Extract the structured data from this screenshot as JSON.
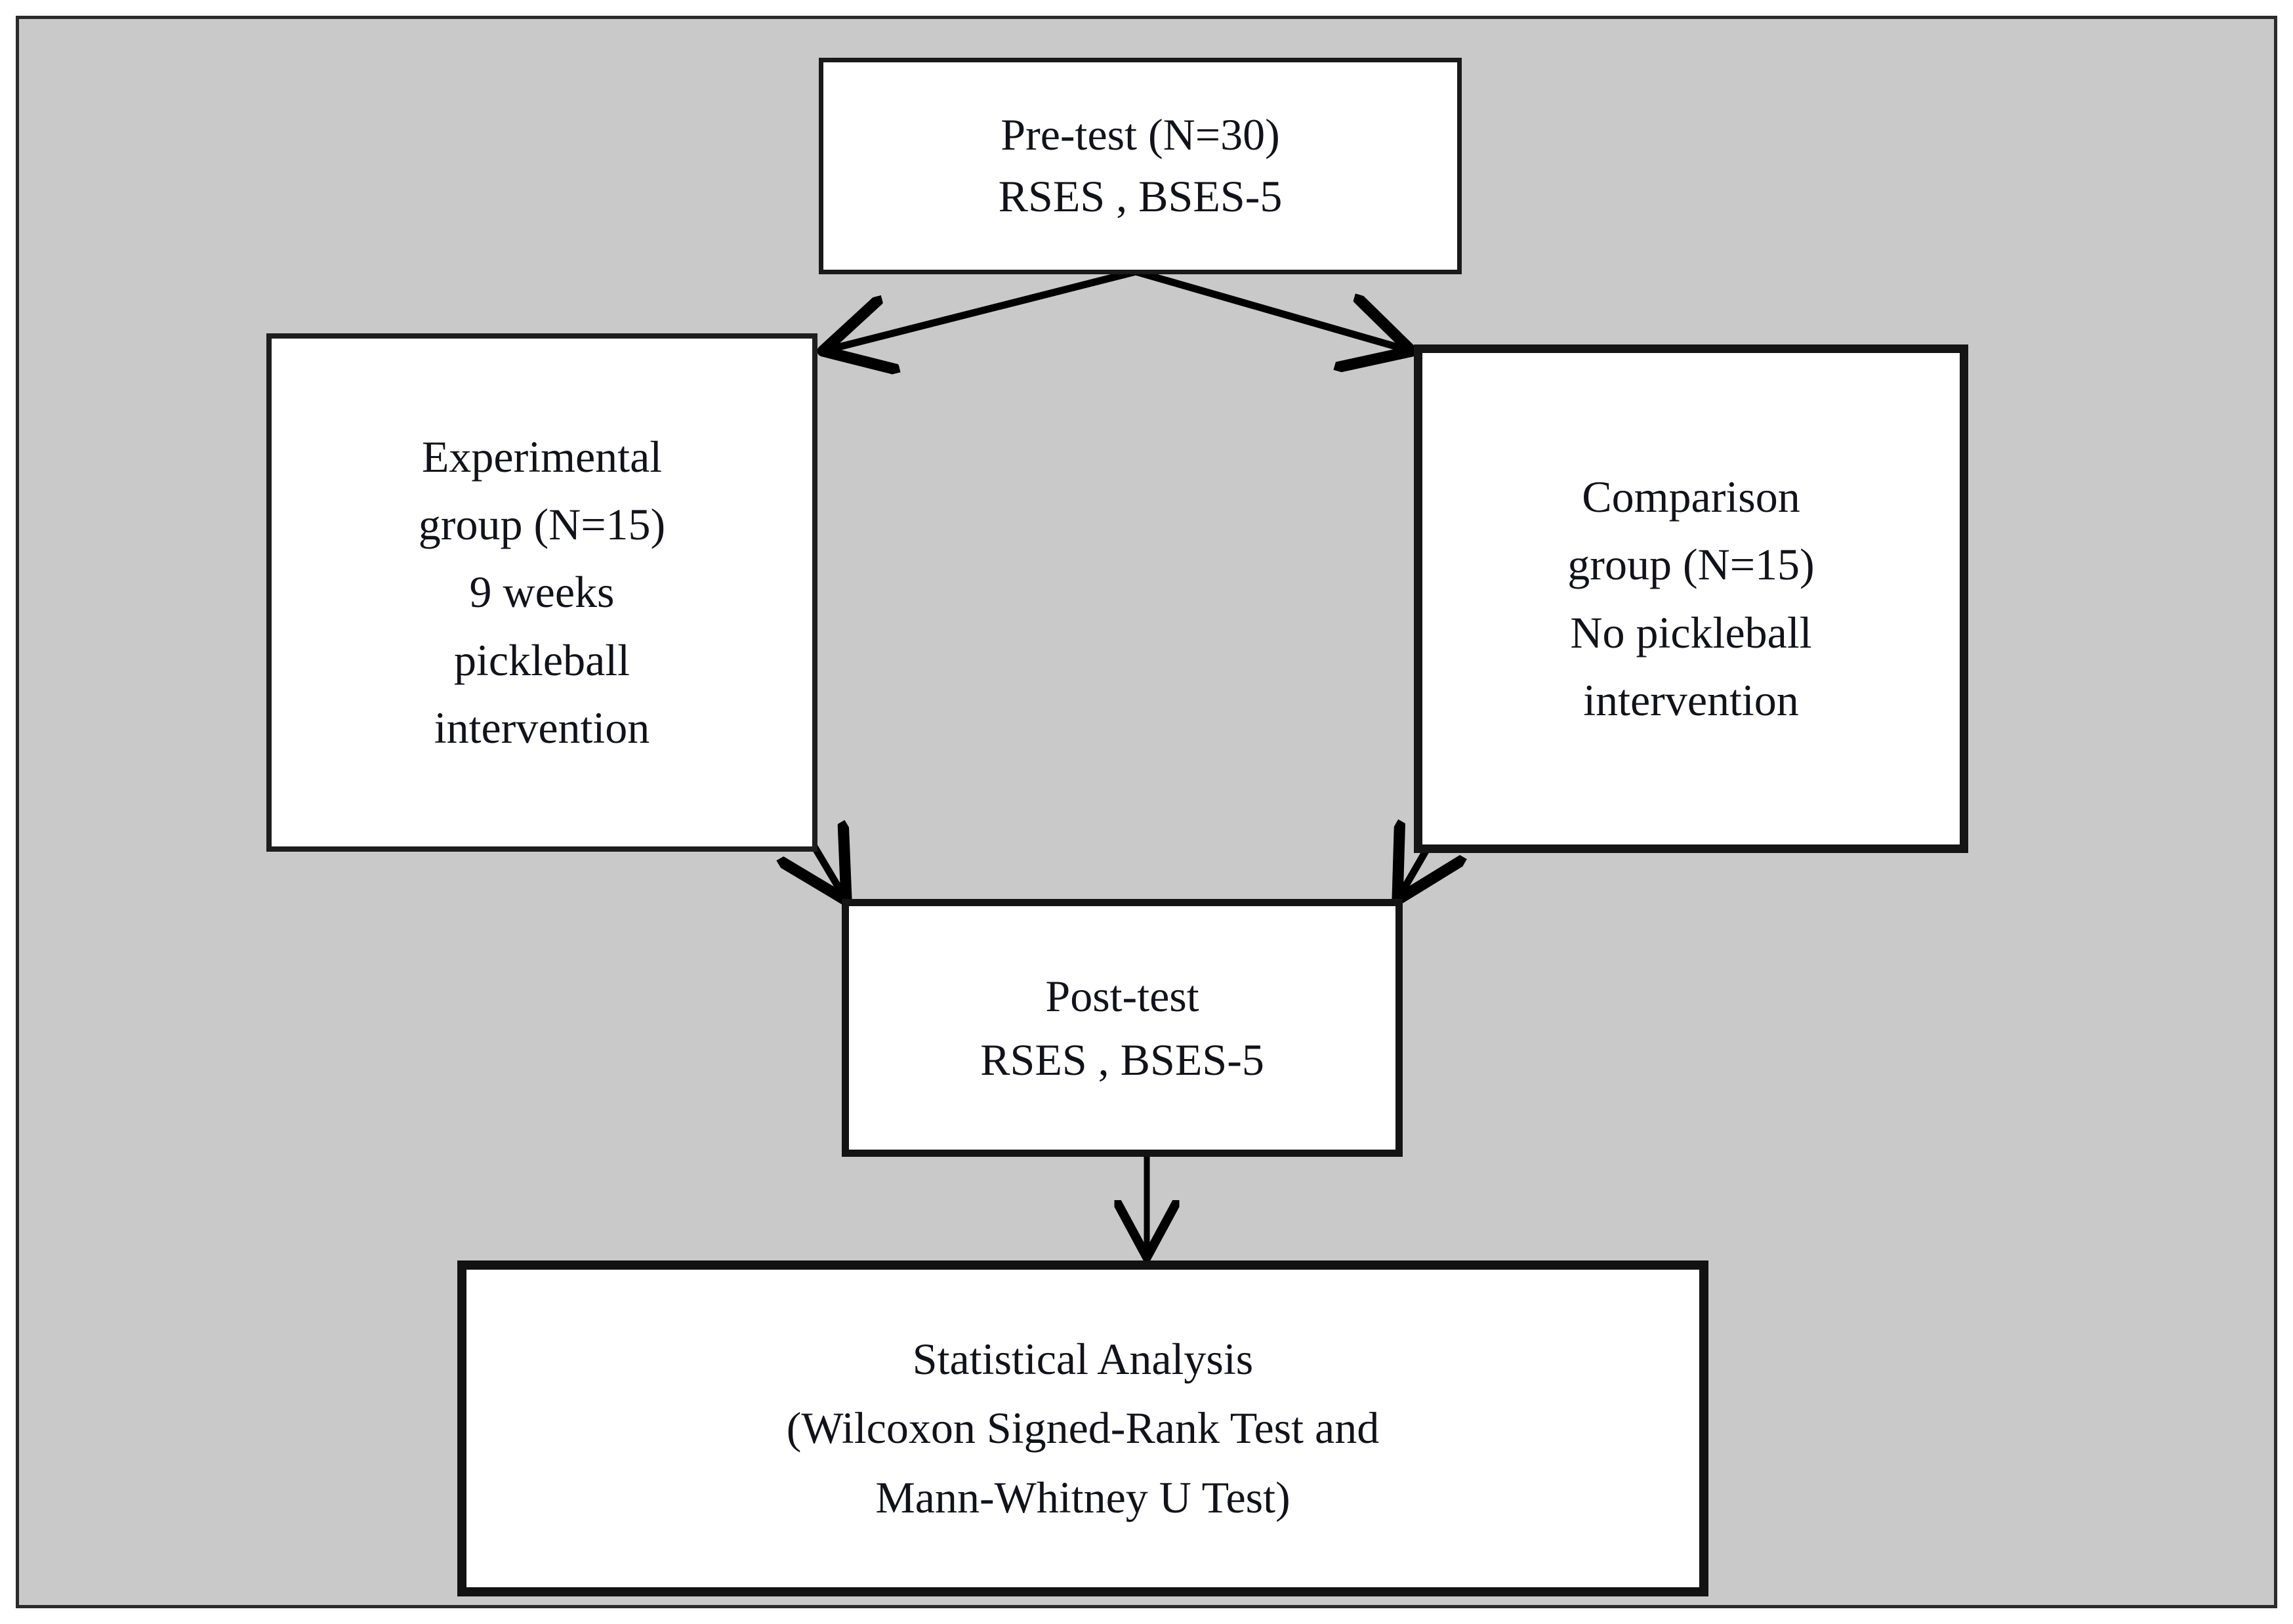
{
  "figure": {
    "kind": "study-design-flowchart",
    "canvas_background_color": "#c9c9c9",
    "frame_border_color": "#2b2b2b",
    "box_fill_color": "#ffffff",
    "box_border_color": "#141414",
    "connector_color": "#000000"
  },
  "nodes": {
    "pretest": {
      "id": "pretest",
      "lines": [
        "Pre-test (N=30)",
        "RSES , BSES-5"
      ]
    },
    "experimental": {
      "id": "experimental",
      "lines": [
        "Experimental",
        "group (N=15)",
        "9 weeks",
        "pickleball",
        "intervention"
      ]
    },
    "comparison": {
      "id": "comparison",
      "lines": [
        "Comparison",
        "group (N=15)",
        "No pickleball",
        "intervention"
      ]
    },
    "posttest": {
      "id": "posttest",
      "lines": [
        "Post-test",
        "RSES , BSES-5"
      ]
    },
    "statistical": {
      "id": "statistical",
      "lines": [
        "Statistical Analysis",
        "(Wilcoxon Signed-Rank Test and",
        "Mann-Whitney U Test)"
      ]
    }
  },
  "connectors": [
    {
      "id": "pretest-to-experimental",
      "from": "pretest",
      "to": "experimental",
      "style": "diagonal-arrow",
      "direction": "down-left"
    },
    {
      "id": "pretest-to-comparison",
      "from": "pretest",
      "to": "comparison",
      "style": "diagonal-arrow",
      "direction": "down-right"
    },
    {
      "id": "experimental-to-posttest",
      "from": "experimental",
      "to": "posttest",
      "style": "diagonal-arrow",
      "direction": "down-right"
    },
    {
      "id": "comparison-to-posttest",
      "from": "comparison",
      "to": "posttest",
      "style": "diagonal-arrow",
      "direction": "down-left"
    },
    {
      "id": "posttest-to-statistical",
      "from": "posttest",
      "to": "statistical",
      "style": "vertical-arrow",
      "direction": "down"
    }
  ]
}
